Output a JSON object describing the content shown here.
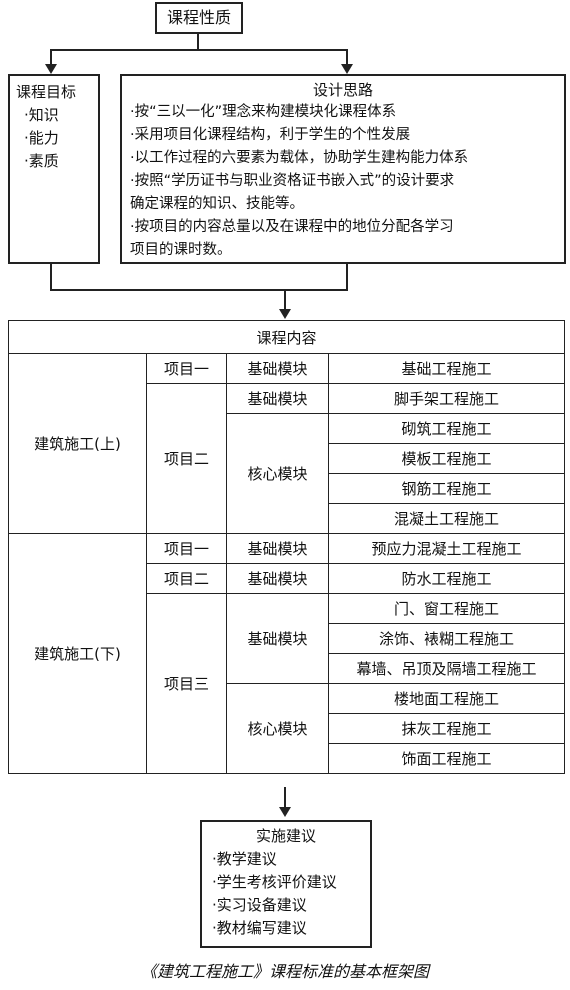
{
  "course_nature": "课程性质",
  "course_goals": {
    "title": "课程目标",
    "items": [
      "·知识",
      "·能力",
      "·素质"
    ]
  },
  "design_ideas": {
    "title": "设计思路",
    "lines": [
      "·按“三以一化”理念来构建模块化课程体系",
      "·采用项目化课程结构，利于学生的个性发展",
      "·以工作过程的六要素为载体，协助学生建构能力体系",
      "·按照“学历证书与职业资格证书嵌入式”的设计要求",
      "确定课程的知识、技能等。",
      "·按项目的内容总量以及在课程中的地位分配各学习",
      "项目的课时数。"
    ]
  },
  "course_content": {
    "title": "课程内容",
    "upper": {
      "name": "建筑施工(上)",
      "p1": "项目一",
      "p1_module": "基础模块",
      "p1_task": "基础工程施工",
      "p2": "项目二",
      "p2_basic": "基础模块",
      "p2_basic_task": "脚手架工程施工",
      "p2_core": "核心模块",
      "p2_core_tasks": [
        "砌筑工程施工",
        "模板工程施工",
        "钢筋工程施工",
        "混凝土工程施工"
      ]
    },
    "lower": {
      "name": "建筑施工(下)",
      "p1": "项目一",
      "p1_module": "基础模块",
      "p1_task": "预应力混凝土工程施工",
      "p2": "项目二",
      "p2_module": "基础模块",
      "p2_task": "防水工程施工",
      "p3": "项目三",
      "p3_basic": "基础模块",
      "p3_basic_tasks": [
        "门、窗工程施工",
        "涂饰、裱糊工程施工",
        "幕墙、吊顶及隔墙工程施工"
      ],
      "p3_core": "核心模块",
      "p3_core_tasks": [
        "楼地面工程施工",
        "抹灰工程施工",
        "饰面工程施工"
      ]
    }
  },
  "implementation": {
    "title": "实施建议",
    "items": [
      "·教学建议",
      "·学生考核评价建议",
      "·实习设备建议",
      "·教材编写建议"
    ]
  },
  "caption": "《建筑工程施工》课程标准的基本框架图"
}
